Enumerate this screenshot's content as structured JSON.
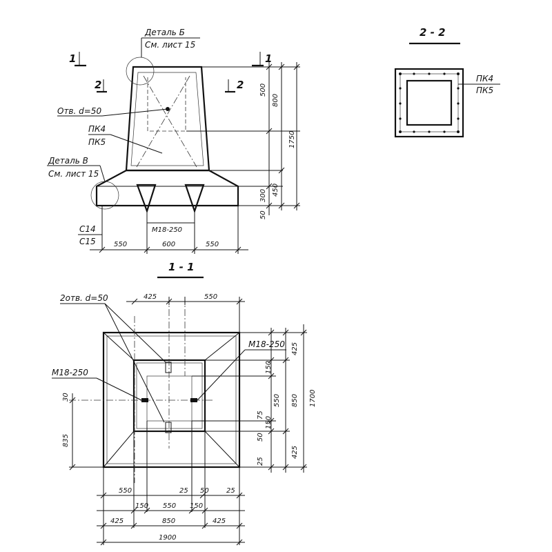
{
  "sections": {
    "s11_title": "1 - 1",
    "s22_title": "2 - 2",
    "cut1": "1",
    "cut2": "2"
  },
  "callouts": {
    "detail_b_line1": "Деталь Б",
    "detail_b_line2": "См. лист 15",
    "detail_v_line1": "Деталь В",
    "detail_v_line2": "См. лист 15",
    "hole_d50": "Отв. d=50",
    "pk4": "ПК4",
    "pk5": "ПК5",
    "c14": "С14",
    "c15": "С15",
    "m18_250": "М18-250",
    "two_holes": "2отв. d=50"
  },
  "dims": {
    "d550": "550",
    "d600": "600",
    "d500": "500",
    "d800": "800",
    "d1750": "1750",
    "d450": "450",
    "d300": "300",
    "d50": "50",
    "d425": "425",
    "d850": "850",
    "d1900": "1900",
    "d1700": "1700",
    "d150": "150",
    "d25": "25",
    "d30": "30",
    "d835": "835",
    "d75": "75"
  }
}
